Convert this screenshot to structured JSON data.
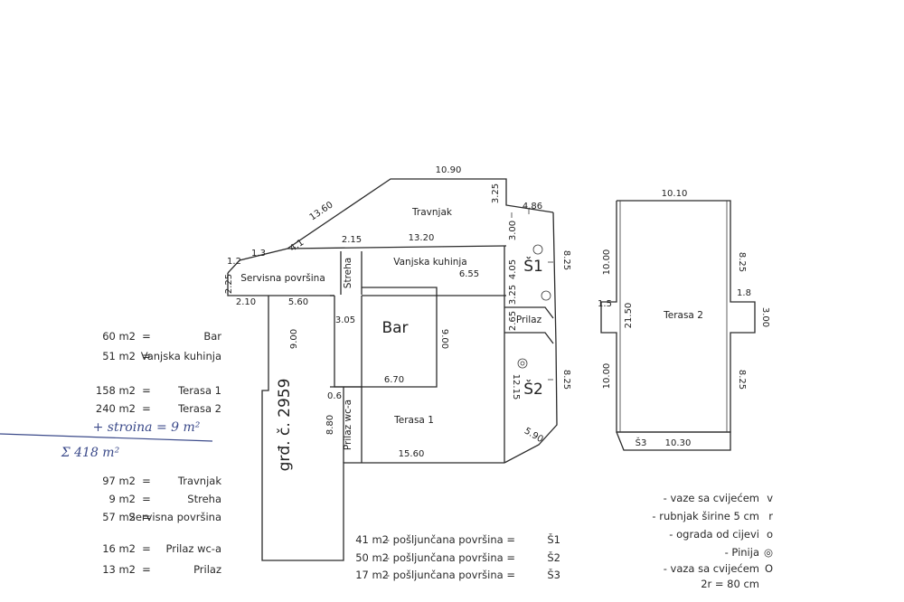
{
  "faded_header": [
    "",
    ""
  ],
  "plan": {
    "rooms": {
      "travnjak": "Travnjak",
      "vanjska_kuhinja": "Vanjska kuhinja",
      "streha": "Streha",
      "serv_povrsina": "Servisna površina",
      "bar": "Bar",
      "terasa1": "Terasa 1",
      "prilaz": "Prilaz",
      "prilaz_wc": "Prilaz wc-a",
      "s1": "Š1",
      "s2": "Š2",
      "grad": "grđ. č. 2959",
      "terasa2": "Terasa 2",
      "s3": "Š3"
    },
    "dims": {
      "d1090": "10.90",
      "d1360": "13.60",
      "d325a": "3.25",
      "d486": "4.86",
      "d1320": "13.20",
      "d215": "2.15",
      "d13": "1.3",
      "d41": "4.1",
      "d12": "1.2",
      "d225": "2.25",
      "d210": "2.10",
      "d560": "5.60",
      "d655": "6.55",
      "d305": "3.05",
      "d900": "9.00",
      "d670": "6.70",
      "d300a": "3.00",
      "d405": "4.05",
      "d325b": "3.25",
      "d825a": "8.25",
      "d265": "2.65",
      "d825b": "8.25",
      "d1215": "12.15",
      "d880": "8.80",
      "d06": "0.6",
      "d1560": "15.60",
      "d590": "5.90",
      "d1010a": "10.10",
      "d1000a": "10.00",
      "d825c": "8.25",
      "d15": "1.5",
      "d2150": "21.50",
      "d18": "1.8",
      "d300b": "3.00",
      "d1000b": "10.00",
      "d825d": "8.25",
      "d1030": "10.30"
    }
  },
  "areas": [
    {
      "name": "Bar",
      "value": "60 m2"
    },
    {
      "name": "Vanjska kuhinja",
      "value": "51 m2"
    },
    {
      "name": "Terasa 1",
      "value": "158 m2"
    },
    {
      "name": "Terasa 2",
      "value": "240 m2"
    },
    {
      "name": "Travnjak",
      "value": "97 m2"
    },
    {
      "name": "Streha",
      "value": "9 m2"
    },
    {
      "name": "Servisna površina",
      "value": "57 m2"
    },
    {
      "name": "Prilaz wc-a",
      "value": "16 m2"
    },
    {
      "name": "Prilaz",
      "value": "13 m2"
    }
  ],
  "handwritten": {
    "line1": "+ stroina = 9 m²",
    "line2": "Σ 418 m²"
  },
  "gravel": [
    {
      "code": "Š1",
      "text": "- pošljunčana površina =",
      "value": "41 m2"
    },
    {
      "code": "Š2",
      "text": "- pošljunčana površina =",
      "value": "50 m2"
    },
    {
      "code": "Š3",
      "text": "- pošljunčana površina =",
      "value": "17 m2"
    }
  ],
  "legend": [
    {
      "symbol": "v",
      "text": "- vaze sa cvijećem"
    },
    {
      "symbol": "r",
      "text": "- rubnjak širine 5 cm"
    },
    {
      "symbol": "o",
      "text": "- ograda od cijevi"
    },
    {
      "symbol": "◎",
      "text": "- Pinija"
    },
    {
      "symbol": "O",
      "text": "- vaza sa cvijećem"
    },
    {
      "symbol": "",
      "text": "2r = 80 cm"
    }
  ]
}
